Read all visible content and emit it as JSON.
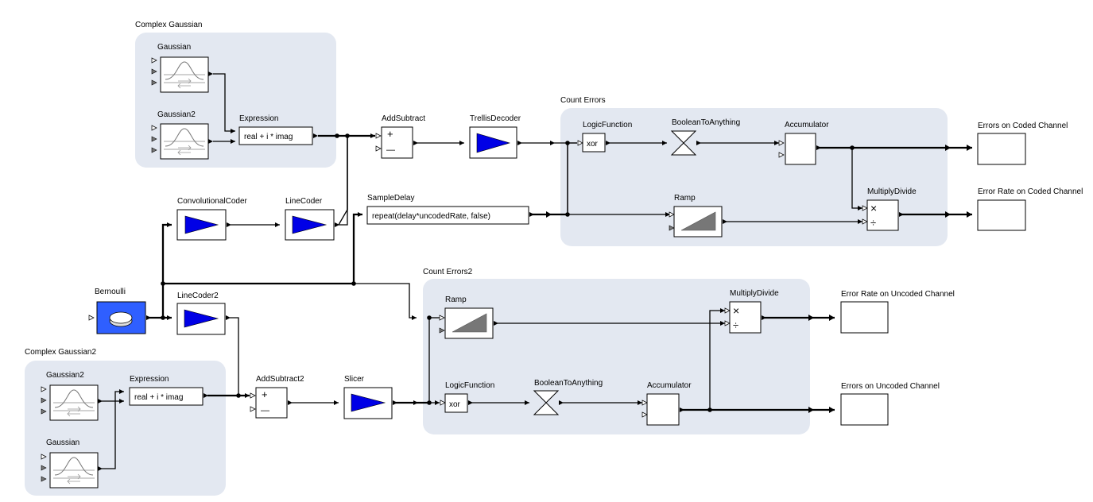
{
  "groups": {
    "complex_gaussian": "Complex Gaussian",
    "count_errors": "Count Errors",
    "count_errors2": "Count Errors2",
    "complex_gaussian2": "Complex Gaussian2"
  },
  "actors": {
    "gaussian_a": "Gaussian",
    "gaussian2_a": "Gaussian2",
    "expression_a": "Expression",
    "expression_a_text": "real + i * imag",
    "add_subtract": "AddSubtract",
    "trellis_decoder": "TrellisDecoder",
    "logic_function_a": "LogicFunction",
    "logic_function_a_text": "xor",
    "boolean_to_anything_a": "BooleanToAnything",
    "accumulator_a": "Accumulator",
    "errors_coded": "Errors on Coded Channel",
    "convolutional_coder": "ConvolutionalCoder",
    "line_coder": "LineCoder",
    "sample_delay": "SampleDelay",
    "sample_delay_text": "repeat(delay*uncodedRate, false)",
    "ramp_a": "Ramp",
    "multiply_divide_a": "MultiplyDivide",
    "error_rate_coded": "Error Rate on Coded Channel",
    "bernoulli": "Bernoulli",
    "line_coder2": "LineCoder2",
    "ramp_b": "Ramp",
    "multiply_divide_b": "MultiplyDivide",
    "error_rate_uncoded": "Error Rate on Uncoded Channel",
    "gaussian2_b": "Gaussian2",
    "expression_b": "Expression",
    "expression_b_text": "real + i * imag",
    "add_subtract2": "AddSubtract2",
    "slicer": "Slicer",
    "logic_function_b": "LogicFunction",
    "logic_function_b_text": "xor",
    "boolean_to_anything_b": "BooleanToAnything",
    "accumulator_b": "Accumulator",
    "errors_uncoded": "Errors on Uncoded Channel",
    "gaussian_b": "Gaussian"
  },
  "symbols": {
    "plus": "+",
    "minus": "—",
    "times": "×",
    "divide": "÷"
  },
  "colors": {
    "group_fill": "#e3e8f1",
    "coder_blue": "#0000e6",
    "bernoulli_blue": "#2f5fff"
  }
}
